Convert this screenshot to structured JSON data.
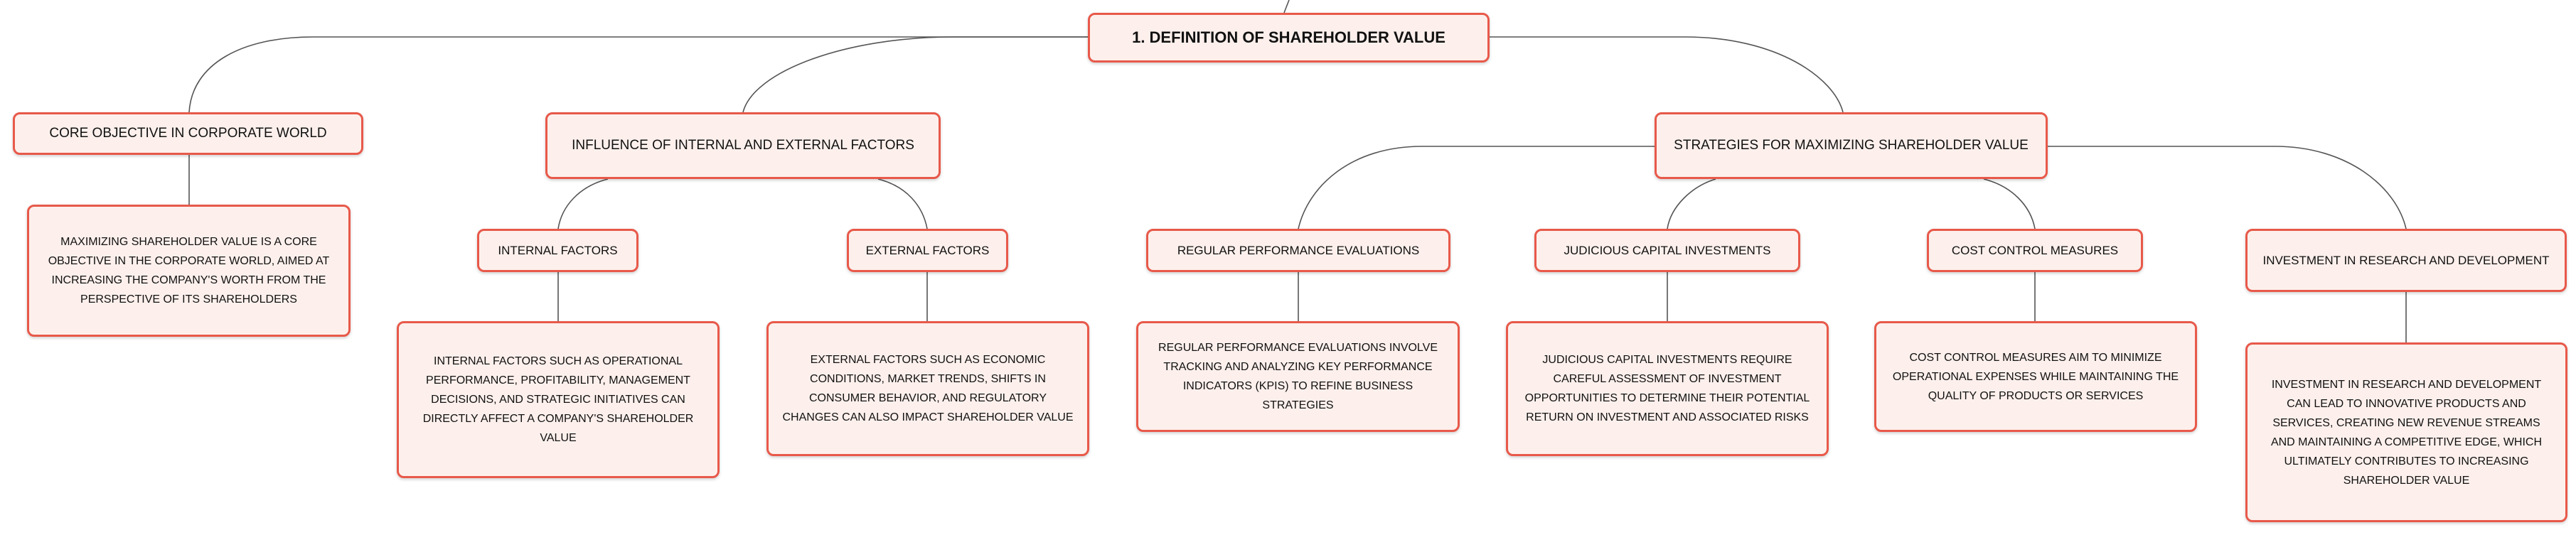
{
  "root": {
    "title": "1. DEFINITION OF SHAREHOLDER VALUE"
  },
  "core": {
    "title": "CORE OBJECTIVE IN CORPORATE WORLD",
    "detail": "MAXIMIZING SHAREHOLDER VALUE IS A CORE OBJECTIVE IN THE CORPORATE WORLD, AIMED AT INCREASING THE COMPANY'S WORTH FROM THE PERSPECTIVE OF ITS SHAREHOLDERS"
  },
  "influence": {
    "title": "INFLUENCE OF INTERNAL AND EXTERNAL FACTORS",
    "internal": {
      "title": "INTERNAL FACTORS",
      "detail": "INTERNAL FACTORS SUCH AS OPERATIONAL PERFORMANCE, PROFITABILITY, MANAGEMENT DECISIONS, AND STRATEGIC INITIATIVES CAN DIRECTLY AFFECT A COMPANY'S SHAREHOLDER VALUE"
    },
    "external": {
      "title": "EXTERNAL FACTORS",
      "detail": "EXTERNAL FACTORS SUCH AS ECONOMIC CONDITIONS, MARKET TRENDS, SHIFTS IN CONSUMER BEHAVIOR, AND REGULATORY CHANGES CAN ALSO IMPACT SHAREHOLDER VALUE"
    }
  },
  "strategies": {
    "title": "STRATEGIES FOR MAXIMIZING SHAREHOLDER VALUE",
    "evaluations": {
      "title": "REGULAR PERFORMANCE EVALUATIONS",
      "detail": "REGULAR PERFORMANCE EVALUATIONS INVOLVE TRACKING AND ANALYZING KEY PERFORMANCE INDICATORS (KPIS) TO REFINE BUSINESS STRATEGIES"
    },
    "investments": {
      "title": "JUDICIOUS CAPITAL INVESTMENTS",
      "detail": "JUDICIOUS CAPITAL INVESTMENTS REQUIRE CAREFUL ASSESSMENT OF INVESTMENT OPPORTUNITIES TO DETERMINE THEIR POTENTIAL RETURN ON INVESTMENT AND ASSOCIATED RISKS"
    },
    "costs": {
      "title": "COST CONTROL MEASURES",
      "detail": "COST CONTROL MEASURES AIM TO MINIMIZE OPERATIONAL EXPENSES WHILE MAINTAINING THE QUALITY OF PRODUCTS OR SERVICES"
    },
    "research": {
      "title": "INVESTMENT IN RESEARCH AND DEVELOPMENT",
      "detail": "INVESTMENT IN RESEARCH AND DEVELOPMENT CAN LEAD TO INNOVATIVE PRODUCTS AND SERVICES, CREATING NEW REVENUE STREAMS AND MAINTAINING A COMPETITIVE EDGE, WHICH ULTIMATELY CONTRIBUTES TO INCREASING SHAREHOLDER VALUE"
    }
  },
  "colors": {
    "node_fill": "#fdf0ec",
    "node_border": "#e8594a",
    "connector": "#555555",
    "text": "#111111"
  }
}
